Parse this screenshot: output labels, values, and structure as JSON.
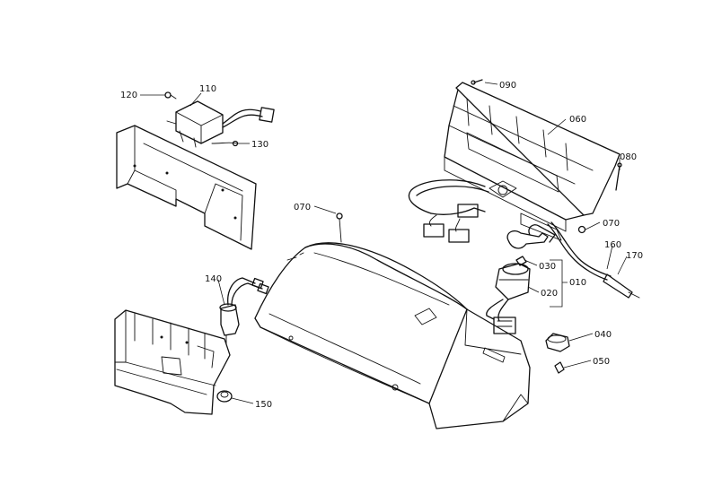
{
  "callouts": {
    "c010": "010",
    "c020": "020",
    "c030": "030",
    "c040": "040",
    "c050": "050",
    "c060": "060",
    "c070a": "070",
    "c070b": "070",
    "c080": "080",
    "c090": "090",
    "c110": "110",
    "c120": "120",
    "c130": "130",
    "c140": "140",
    "c150": "150",
    "c160": "160",
    "c170": "170"
  }
}
